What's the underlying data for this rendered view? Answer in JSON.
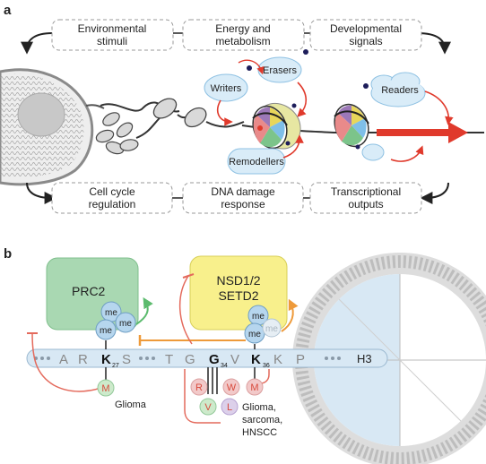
{
  "panel_a": {
    "letter": "a",
    "top_boxes": [
      {
        "lines": [
          "Environmental",
          "stimuli"
        ]
      },
      {
        "lines": [
          "Energy and",
          "metabolism"
        ]
      },
      {
        "lines": [
          "Developmental",
          "signals"
        ]
      }
    ],
    "bottom_boxes": [
      {
        "lines": [
          "Cell cycle",
          "regulation"
        ]
      },
      {
        "lines": [
          "DNA damage",
          "response"
        ]
      },
      {
        "lines": [
          "Transcriptional",
          "outputs"
        ]
      }
    ],
    "labels": {
      "writers": "Writers",
      "erasers": "Erasers",
      "readers": "Readers",
      "remodellers": "Remodellers"
    }
  },
  "panel_b": {
    "letter": "b",
    "prc2": "PRC2",
    "nsd_line1": "NSD1/2",
    "nsd_line2": "SETD2",
    "me": "me",
    "h3": "H3",
    "residues": {
      "A": "A",
      "R": "R",
      "K27": "K",
      "sub27": "27",
      "S": "S",
      "T": "T",
      "G": "G",
      "G34": "G",
      "sub34": "34",
      "V": "V",
      "K36": "K",
      "sub36": "36",
      "K2": "K",
      "P": "P"
    },
    "mutations": {
      "m_k27": "M",
      "r": "R",
      "v": "V",
      "w": "W",
      "l": "L",
      "m_k36": "M"
    },
    "glioma": "Glioma",
    "tumours": [
      "Glioma,",
      "sarcoma,",
      "HNSCC"
    ]
  },
  "colors": {
    "prc2_box": "#a9d8b2",
    "nsd_box": "#f8f08c",
    "tail": "#d8e8f4",
    "me_ball": "#b6d6ee",
    "red_arrow": "#e03a2c",
    "red_line": "#e46a5c",
    "green_arrow": "#5cbb6e",
    "orange_arrow": "#ee9a3a"
  }
}
